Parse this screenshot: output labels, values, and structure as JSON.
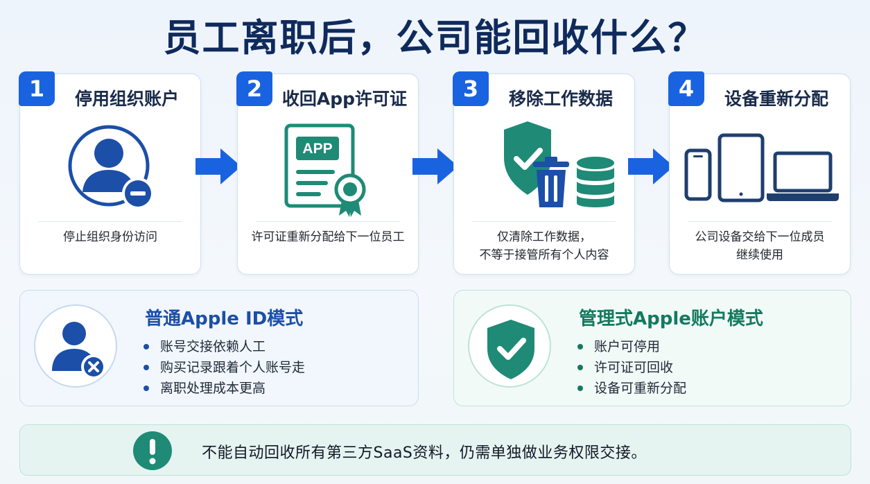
{
  "title": "员工离职后，公司能回收什么？",
  "steps": [
    {
      "number": "1",
      "title": "停用组织账户",
      "desc": [
        "停止组织身份访问"
      ],
      "icon": "user-remove-icon"
    },
    {
      "number": "2",
      "title": "收回App许可证",
      "desc": [
        "许可证重新分配给下一位员工"
      ],
      "icon": "app-license-icon",
      "icon_label": "APP"
    },
    {
      "number": "3",
      "title": "移除工作数据",
      "desc": [
        "仅清除工作数据，",
        "不等于接管所有个人内容"
      ],
      "icon": "shield-trash-database-icon"
    },
    {
      "number": "4",
      "title": "设备重新分配",
      "desc": [
        "公司设备交给下一位成员",
        "继续使用"
      ],
      "icon": "devices-icon"
    }
  ],
  "modes": {
    "personal": {
      "title": "普通Apple ID模式",
      "icon": "user-x-icon",
      "items": [
        "账号交接依赖人工",
        "购买记录跟着个人账号走",
        "离职处理成本更高"
      ]
    },
    "managed": {
      "title": "管理式Apple账户模式",
      "icon": "shield-check-icon",
      "items": [
        "账户可停用",
        "许可证可回收",
        "设备可重新分配"
      ]
    }
  },
  "notice": {
    "icon": "exclamation-icon",
    "text": "不能自动回收所有第三方SaaS资料，仍需单独做业务权限交接。"
  },
  "colors": {
    "title": "#0f2a5c",
    "accent_blue": "#1a63e0",
    "icon_blue": "#1b4fa8",
    "accent_green": "#137a5e",
    "icon_teal": "#1f8a76"
  }
}
